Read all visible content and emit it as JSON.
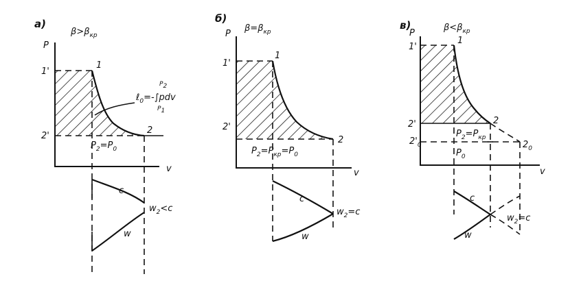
{
  "panels": [
    {
      "letter": "a)",
      "condition": {
        "main": "β>β",
        "sub": "кр"
      },
      "axis_p": "P",
      "axis_v": "v",
      "point_1": "1",
      "point_1p": "1'",
      "point_2": "2",
      "point_2p": "2'",
      "pressure_label": {
        "a": "P",
        "a_sub": "2",
        "eq": "=P",
        "b_sub": "0"
      },
      "work_formula": {
        "lhs": "ℓ",
        "lhs_sub": "0",
        "eq": "=-∫pdv",
        "upper": "P",
        "upper_sub": "2",
        "lower": "P",
        "lower_sub": "1"
      },
      "curve_c": "c",
      "curve_w": "w",
      "velocity_relation": {
        "a": "w",
        "a_sub": "2",
        "rest": "<c"
      }
    },
    {
      "letter": "б)",
      "condition": {
        "main": "β=β",
        "sub": "кр"
      },
      "axis_p": "P",
      "axis_v": "v",
      "point_1": "1",
      "point_1p": "1'",
      "point_2": "2",
      "point_2p": "2'",
      "pressure_label": {
        "a": "P",
        "a_sub": "2",
        "eq1": "=P",
        "b_sub": "кр",
        "eq2": "=P",
        "c_sub": "0"
      },
      "curve_c": "c",
      "curve_w": "w",
      "velocity_relation": {
        "a": "w",
        "a_sub": "2",
        "rest": "=c"
      }
    },
    {
      "letter": "в)",
      "condition": {
        "main": "β<β",
        "sub": "кр"
      },
      "axis_p": "P",
      "axis_v": "v",
      "point_1": "1",
      "point_1p": "1'",
      "point_2": "2",
      "point_2p": "2'",
      "point_20": "2",
      "point_20_sub": "0",
      "point_20p": "2'",
      "point_20p_sub": "0",
      "pressure_label": {
        "a": "P",
        "a_sub": "2",
        "eq": "=P",
        "b_sub": "кр"
      },
      "p0_label": {
        "a": "P",
        "a_sub": "0"
      },
      "curve_c": "c",
      "curve_w": "w",
      "velocity_relation": {
        "a": "w",
        "a_sub": "2",
        "rest": "=c"
      }
    }
  ]
}
